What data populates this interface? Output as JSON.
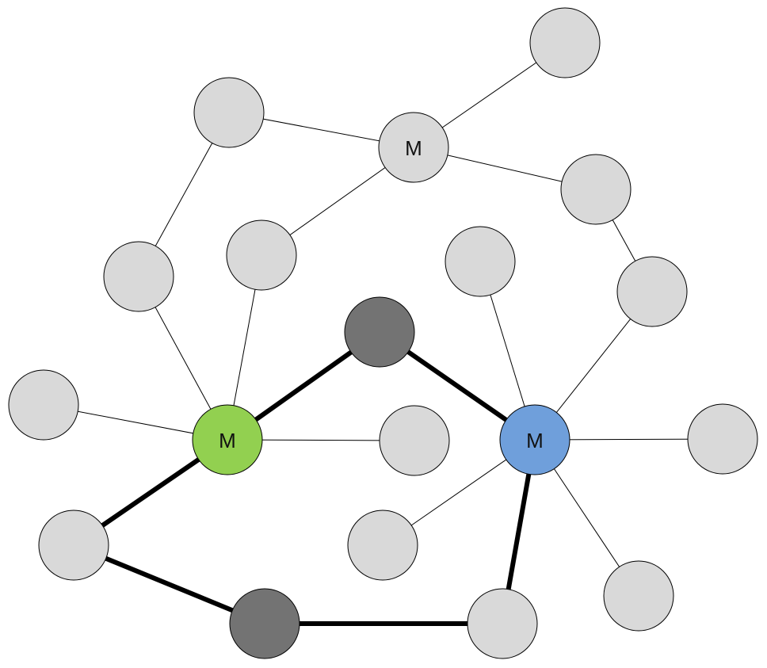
{
  "diagram": {
    "colors": {
      "background": "#ffffff",
      "node_default": "#d9d9d9",
      "node_dark": "#737373",
      "node_green": "#92d050",
      "node_blue": "#6f9fdb",
      "stroke": "#000000"
    },
    "labels": {
      "top_master": "M",
      "green_master": "M",
      "blue_master": "M"
    },
    "nodes": [
      {
        "id": "n1",
        "type": "default"
      },
      {
        "id": "n2",
        "type": "default"
      },
      {
        "id": "top-master",
        "type": "default",
        "label": "M"
      },
      {
        "id": "n4",
        "type": "default"
      },
      {
        "id": "n5",
        "type": "default"
      },
      {
        "id": "n6",
        "type": "default"
      },
      {
        "id": "n7",
        "type": "default"
      },
      {
        "id": "n8",
        "type": "default"
      },
      {
        "id": "dark-top",
        "type": "dark"
      },
      {
        "id": "n10",
        "type": "default"
      },
      {
        "id": "green-master",
        "type": "green",
        "label": "M"
      },
      {
        "id": "n12",
        "type": "default"
      },
      {
        "id": "blue-master",
        "type": "blue",
        "label": "M"
      },
      {
        "id": "n14",
        "type": "default"
      },
      {
        "id": "n15",
        "type": "default"
      },
      {
        "id": "n16",
        "type": "default"
      },
      {
        "id": "n17",
        "type": "default"
      },
      {
        "id": "dark-bottom",
        "type": "dark"
      },
      {
        "id": "n19",
        "type": "default"
      }
    ],
    "edges": [
      {
        "from": "n1",
        "to": "top-master",
        "style": "thin"
      },
      {
        "from": "n2",
        "to": "top-master",
        "style": "thin"
      },
      {
        "from": "top-master",
        "to": "n4",
        "style": "thin"
      },
      {
        "from": "top-master",
        "to": "n6",
        "style": "thin"
      },
      {
        "from": "n1",
        "to": "n5",
        "style": "thin"
      },
      {
        "from": "n4",
        "to": "n8",
        "style": "thin"
      },
      {
        "from": "n5",
        "to": "green-master",
        "style": "thin"
      },
      {
        "from": "n6",
        "to": "green-master",
        "style": "thin"
      },
      {
        "from": "n10",
        "to": "green-master",
        "style": "thin"
      },
      {
        "from": "green-master",
        "to": "n12",
        "style": "thin"
      },
      {
        "from": "n7",
        "to": "blue-master",
        "style": "thin"
      },
      {
        "from": "n8",
        "to": "blue-master",
        "style": "thin"
      },
      {
        "from": "blue-master",
        "to": "n14",
        "style": "thin"
      },
      {
        "from": "blue-master",
        "to": "n16",
        "style": "thin"
      },
      {
        "from": "blue-master",
        "to": "n17",
        "style": "thin"
      },
      {
        "from": "green-master",
        "to": "dark-top",
        "style": "thick"
      },
      {
        "from": "dark-top",
        "to": "blue-master",
        "style": "thick"
      },
      {
        "from": "green-master",
        "to": "n15",
        "style": "thick"
      },
      {
        "from": "n15",
        "to": "dark-bottom",
        "style": "thick"
      },
      {
        "from": "dark-bottom",
        "to": "n19",
        "style": "thick"
      },
      {
        "from": "n19",
        "to": "blue-master",
        "style": "thick"
      }
    ]
  }
}
